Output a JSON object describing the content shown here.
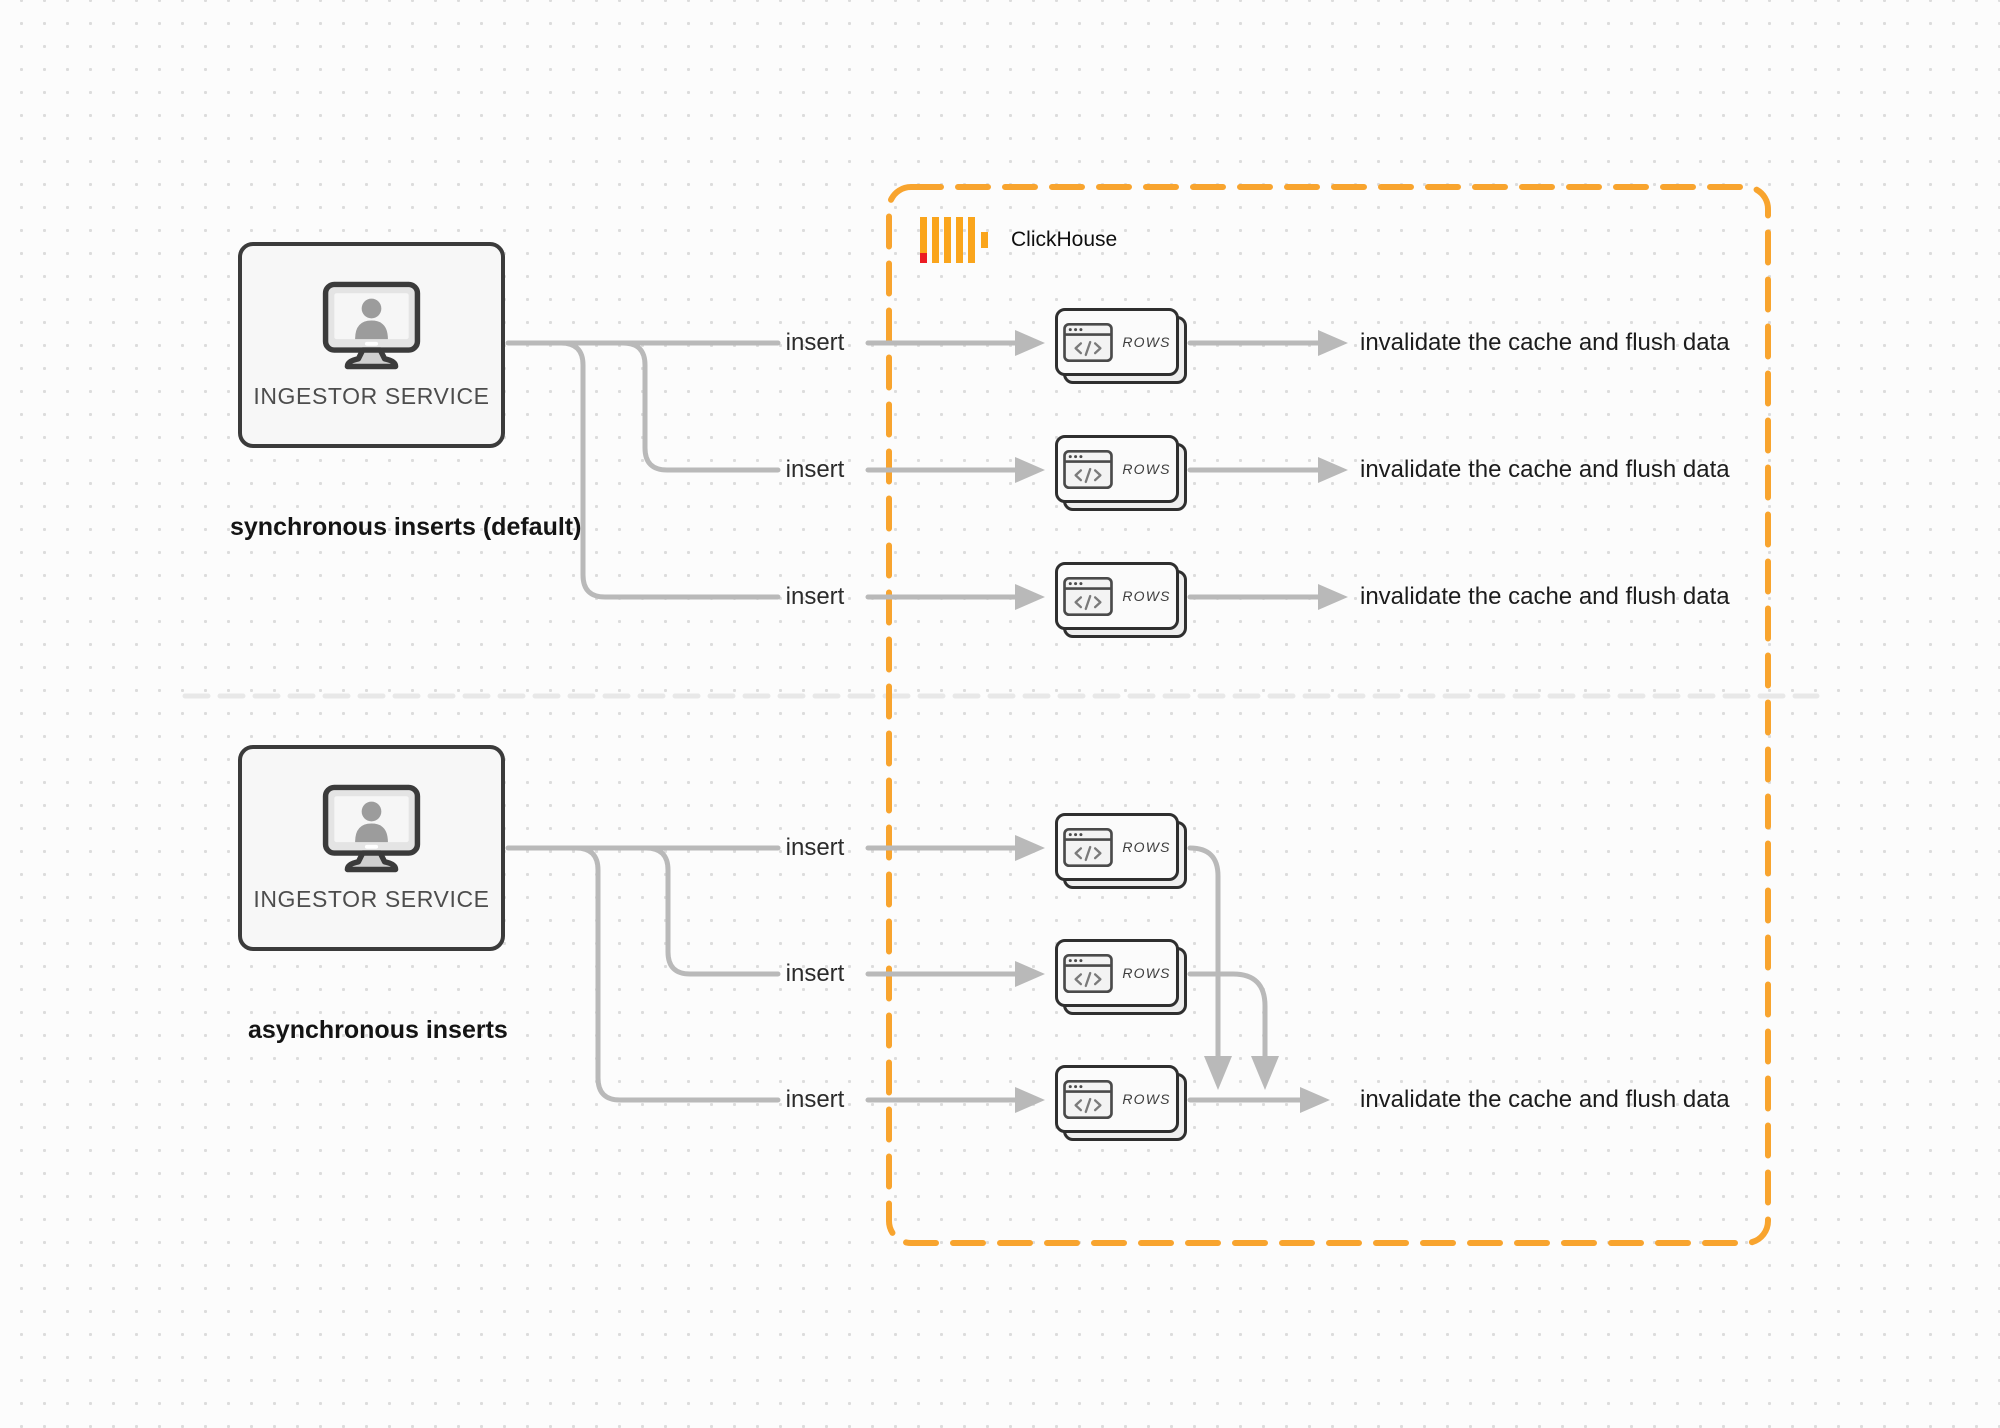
{
  "colors": {
    "accent_orange": "#F8A42E",
    "logo_yellow": "#FAA51C",
    "logo_red": "#EC1C24",
    "connector_gray": "#b9b9b9",
    "divider_gray": "#e8e8e8"
  },
  "clickhouse": {
    "label": "ClickHouse"
  },
  "sync_section": {
    "service_label": "INGESTOR SERVICE",
    "caption": "synchronous inserts (default)",
    "rows": [
      {
        "insert_label": "insert",
        "card_label": "ROWS",
        "result_label": "invalidate the cache and flush data"
      },
      {
        "insert_label": "insert",
        "card_label": "ROWS",
        "result_label": "invalidate the cache and flush data"
      },
      {
        "insert_label": "insert",
        "card_label": "ROWS",
        "result_label": "invalidate the cache and flush data"
      }
    ]
  },
  "async_section": {
    "service_label": "INGESTOR SERVICE",
    "caption": "asynchronous inserts",
    "rows": [
      {
        "insert_label": "insert",
        "card_label": "ROWS"
      },
      {
        "insert_label": "insert",
        "card_label": "ROWS"
      },
      {
        "insert_label": "insert",
        "card_label": "ROWS"
      }
    ],
    "result_label": "invalidate the cache and flush data"
  }
}
